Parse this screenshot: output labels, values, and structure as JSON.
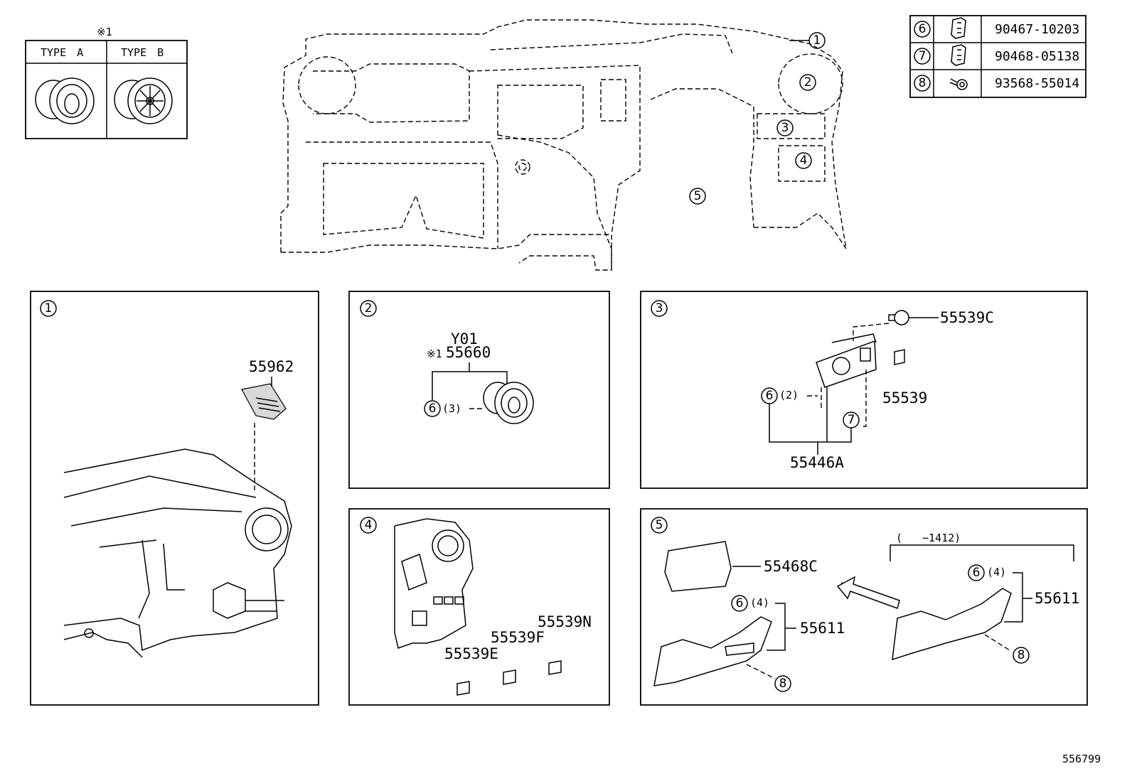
{
  "type_table": {
    "note_mark": "※1",
    "type_a": "TYPE　A",
    "type_b": "TYPE　B"
  },
  "fasteners": [
    {
      "ref": "6",
      "part": "90467-10203"
    },
    {
      "ref": "7",
      "part": "90468-05138"
    },
    {
      "ref": "8",
      "part": "93568-55014"
    }
  ],
  "overview": {
    "callouts": [
      "1",
      "2",
      "3",
      "4",
      "5"
    ]
  },
  "panel1": {
    "ref": "1",
    "part": "55962"
  },
  "panel2": {
    "ref": "2",
    "color_code": "Y01",
    "note_mark": "※1",
    "part": "55660",
    "fastener_ref": "6",
    "qty": "(3)"
  },
  "panel3": {
    "ref": "3",
    "part_main": "55446A",
    "part_bulb": "55539C",
    "part_clip": "55539",
    "fastener_a_ref": "6",
    "fastener_a_qty": "(2)",
    "fastener_b_ref": "7"
  },
  "panel4": {
    "ref": "4",
    "part_e": "55539E",
    "part_f": "55539F",
    "part_n": "55539N"
  },
  "panel5": {
    "ref": "5",
    "part_cover": "55468C",
    "part_lower_a": "55611",
    "part_lower_b": "55611",
    "fastener_ref_a": "6",
    "fastener_qty_a": "(4)",
    "fastener_ref_b": "6",
    "fastener_qty_b": "(4)",
    "screw_ref_a": "8",
    "screw_ref_b": "8",
    "range_open": "(",
    "range_end": "−1412)"
  },
  "footer": {
    "drawing_no": "556799"
  }
}
